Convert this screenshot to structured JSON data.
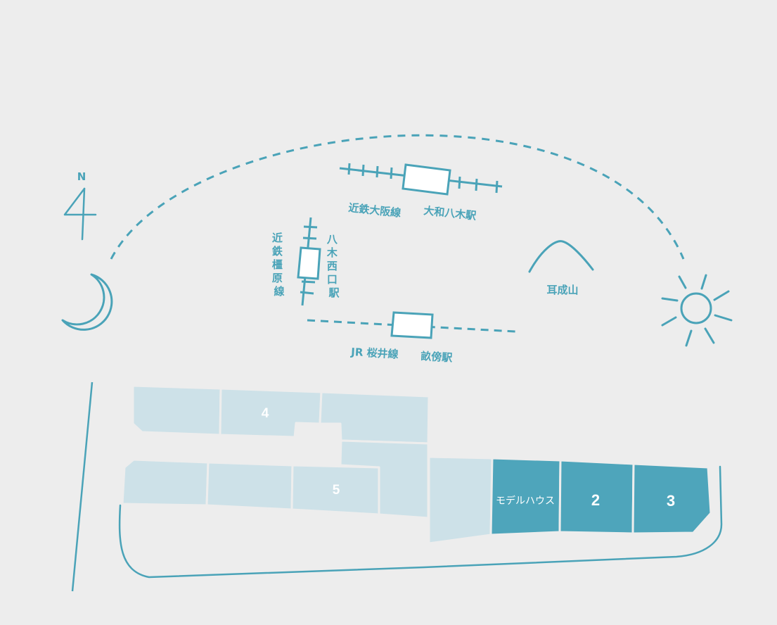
{
  "compass": {
    "letter": "N"
  },
  "labels": {
    "kintetsu_osaka_line": "近鉄大阪線",
    "yamato_yagi_station": "大和八木駅",
    "kintetsu_kashihara_line": "近鉄橿原線",
    "yagi_nishiguchi_station": "八木西口駅",
    "mt_miminashi": "耳成山",
    "jr_sakurai_line": "JR 桜井線",
    "unebi_station": "畝傍駅"
  },
  "lots": {
    "lot_4": "4",
    "lot_5": "5",
    "model_house": "モデルハウス",
    "lot_2": "2",
    "lot_3": "3"
  },
  "colors": {
    "accent": "#4aa3b8",
    "lot_light": "#cde1e8",
    "lot_dark": "#4ea5bb",
    "background": "#ededed"
  }
}
